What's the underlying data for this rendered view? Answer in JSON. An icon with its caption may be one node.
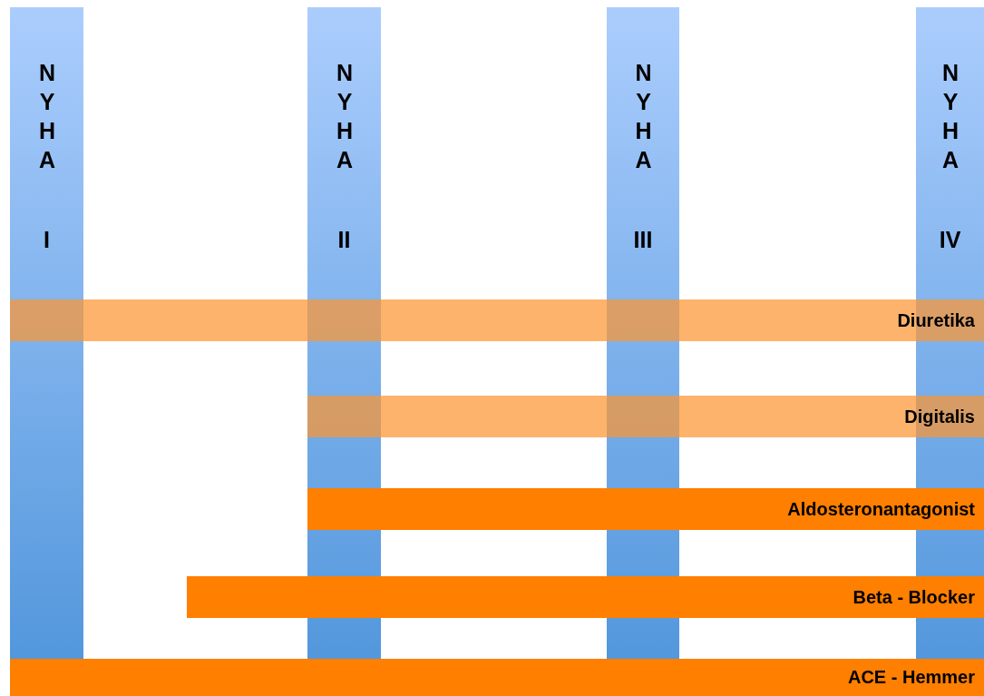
{
  "diagram": {
    "nodes": [
      {
        "text": [
          "NYHA",
          "I"
        ]
      },
      {
        "text": [
          "NYHA",
          "II"
        ]
      },
      {
        "text": [
          "NYHA",
          "III"
        ]
      },
      {
        "text": [
          "NYHA",
          "IV"
        ]
      },
      {
        "text": [
          "Diuretika"
        ]
      },
      {
        "text": [
          "Digitalis"
        ]
      },
      {
        "text": [
          "Aldosteronantagonist"
        ]
      },
      {
        "text": [
          "Beta - Blocker"
        ]
      },
      {
        "text": [
          "ACE - Hemmer"
        ]
      }
    ],
    "edges": []
  }
}
